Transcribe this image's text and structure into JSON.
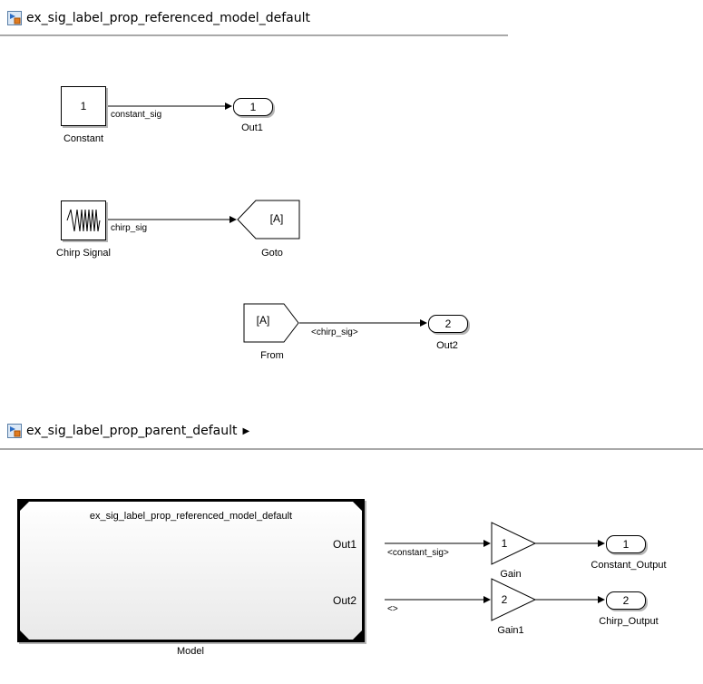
{
  "top": {
    "breadcrumb": "ex_sig_label_prop_referenced_model_default",
    "blocks": {
      "constant": {
        "value": "1",
        "name": "Constant",
        "signal": "constant_sig"
      },
      "out1": {
        "port": "1",
        "name": "Out1"
      },
      "chirp": {
        "name": "Chirp Signal",
        "signal": "chirp_sig"
      },
      "goto": {
        "tag": "[A]",
        "name": "Goto"
      },
      "from": {
        "tag": "[A]",
        "name": "From",
        "signal": "<chirp_sig>"
      },
      "out2": {
        "port": "2",
        "name": "Out2"
      }
    }
  },
  "bottom": {
    "breadcrumb": "ex_sig_label_prop_parent_default",
    "model": {
      "title": "ex_sig_label_prop_referenced_model_default",
      "name": "Model",
      "port1": "Out1",
      "port2": "Out2",
      "signal1": "<constant_sig>",
      "signal2": "<>"
    },
    "gain": {
      "value": "1",
      "name": "Gain"
    },
    "gain1": {
      "value": "2",
      "name": "Gain1"
    },
    "constant_output": {
      "port": "1",
      "name": "Constant_Output"
    },
    "chirp_output": {
      "port": "2",
      "name": "Chirp_Output"
    }
  },
  "icons": [
    "model-icon",
    "chirp-waveform-icon",
    "expand-arrow-icon"
  ]
}
